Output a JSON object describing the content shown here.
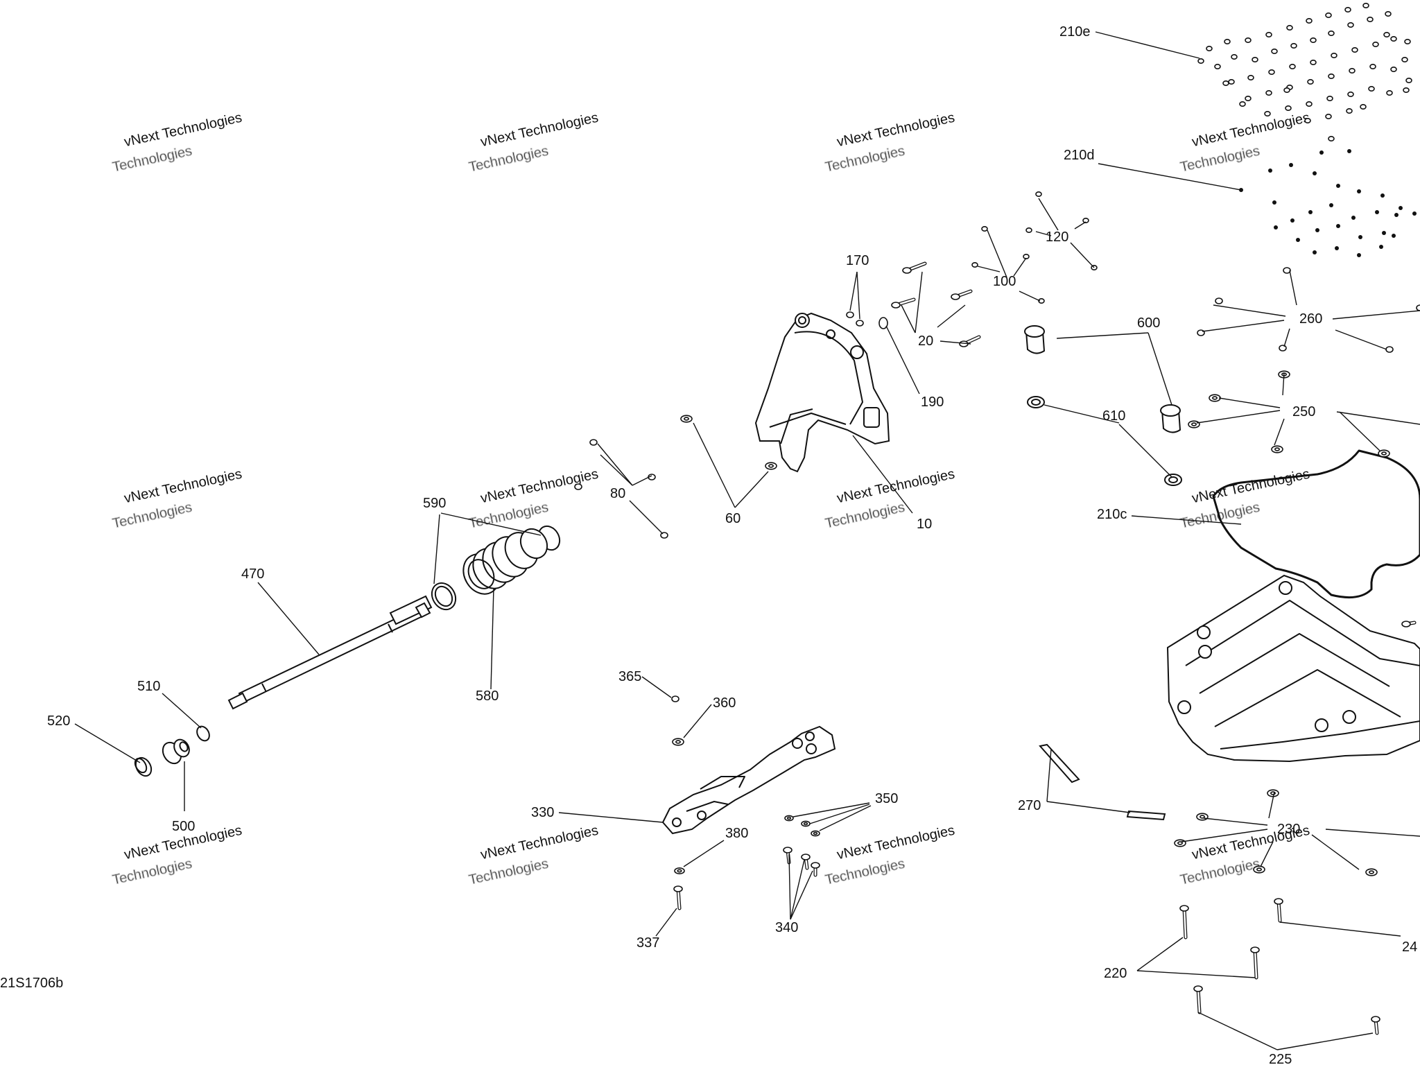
{
  "diagram_id": "21S1706b",
  "watermark": {
    "line1": "vNext Technologies",
    "line2": "Technologies"
  },
  "callouts": [
    {
      "id": "c10",
      "label": "10"
    },
    {
      "id": "c20",
      "label": "20"
    },
    {
      "id": "c60",
      "label": "60"
    },
    {
      "id": "c80",
      "label": "80"
    },
    {
      "id": "c100",
      "label": "100"
    },
    {
      "id": "c120",
      "label": "120"
    },
    {
      "id": "c170",
      "label": "170"
    },
    {
      "id": "c190",
      "label": "190"
    },
    {
      "id": "c210c",
      "label": "210c"
    },
    {
      "id": "c210d",
      "label": "210d"
    },
    {
      "id": "c210e",
      "label": "210e"
    },
    {
      "id": "c220",
      "label": "220"
    },
    {
      "id": "c225",
      "label": "225"
    },
    {
      "id": "c230",
      "label": "230"
    },
    {
      "id": "c24",
      "label": "24"
    },
    {
      "id": "c250",
      "label": "250"
    },
    {
      "id": "c260",
      "label": "260"
    },
    {
      "id": "c270",
      "label": "270"
    },
    {
      "id": "c330",
      "label": "330"
    },
    {
      "id": "c337",
      "label": "337"
    },
    {
      "id": "c340",
      "label": "340"
    },
    {
      "id": "c350",
      "label": "350"
    },
    {
      "id": "c360",
      "label": "360"
    },
    {
      "id": "c365",
      "label": "365"
    },
    {
      "id": "c380",
      "label": "380"
    },
    {
      "id": "c470",
      "label": "470"
    },
    {
      "id": "c500",
      "label": "500"
    },
    {
      "id": "c510",
      "label": "510"
    },
    {
      "id": "c520",
      "label": "520"
    },
    {
      "id": "c580",
      "label": "580"
    },
    {
      "id": "c590",
      "label": "590"
    },
    {
      "id": "c600",
      "label": "600"
    },
    {
      "id": "c610",
      "label": "610"
    }
  ]
}
